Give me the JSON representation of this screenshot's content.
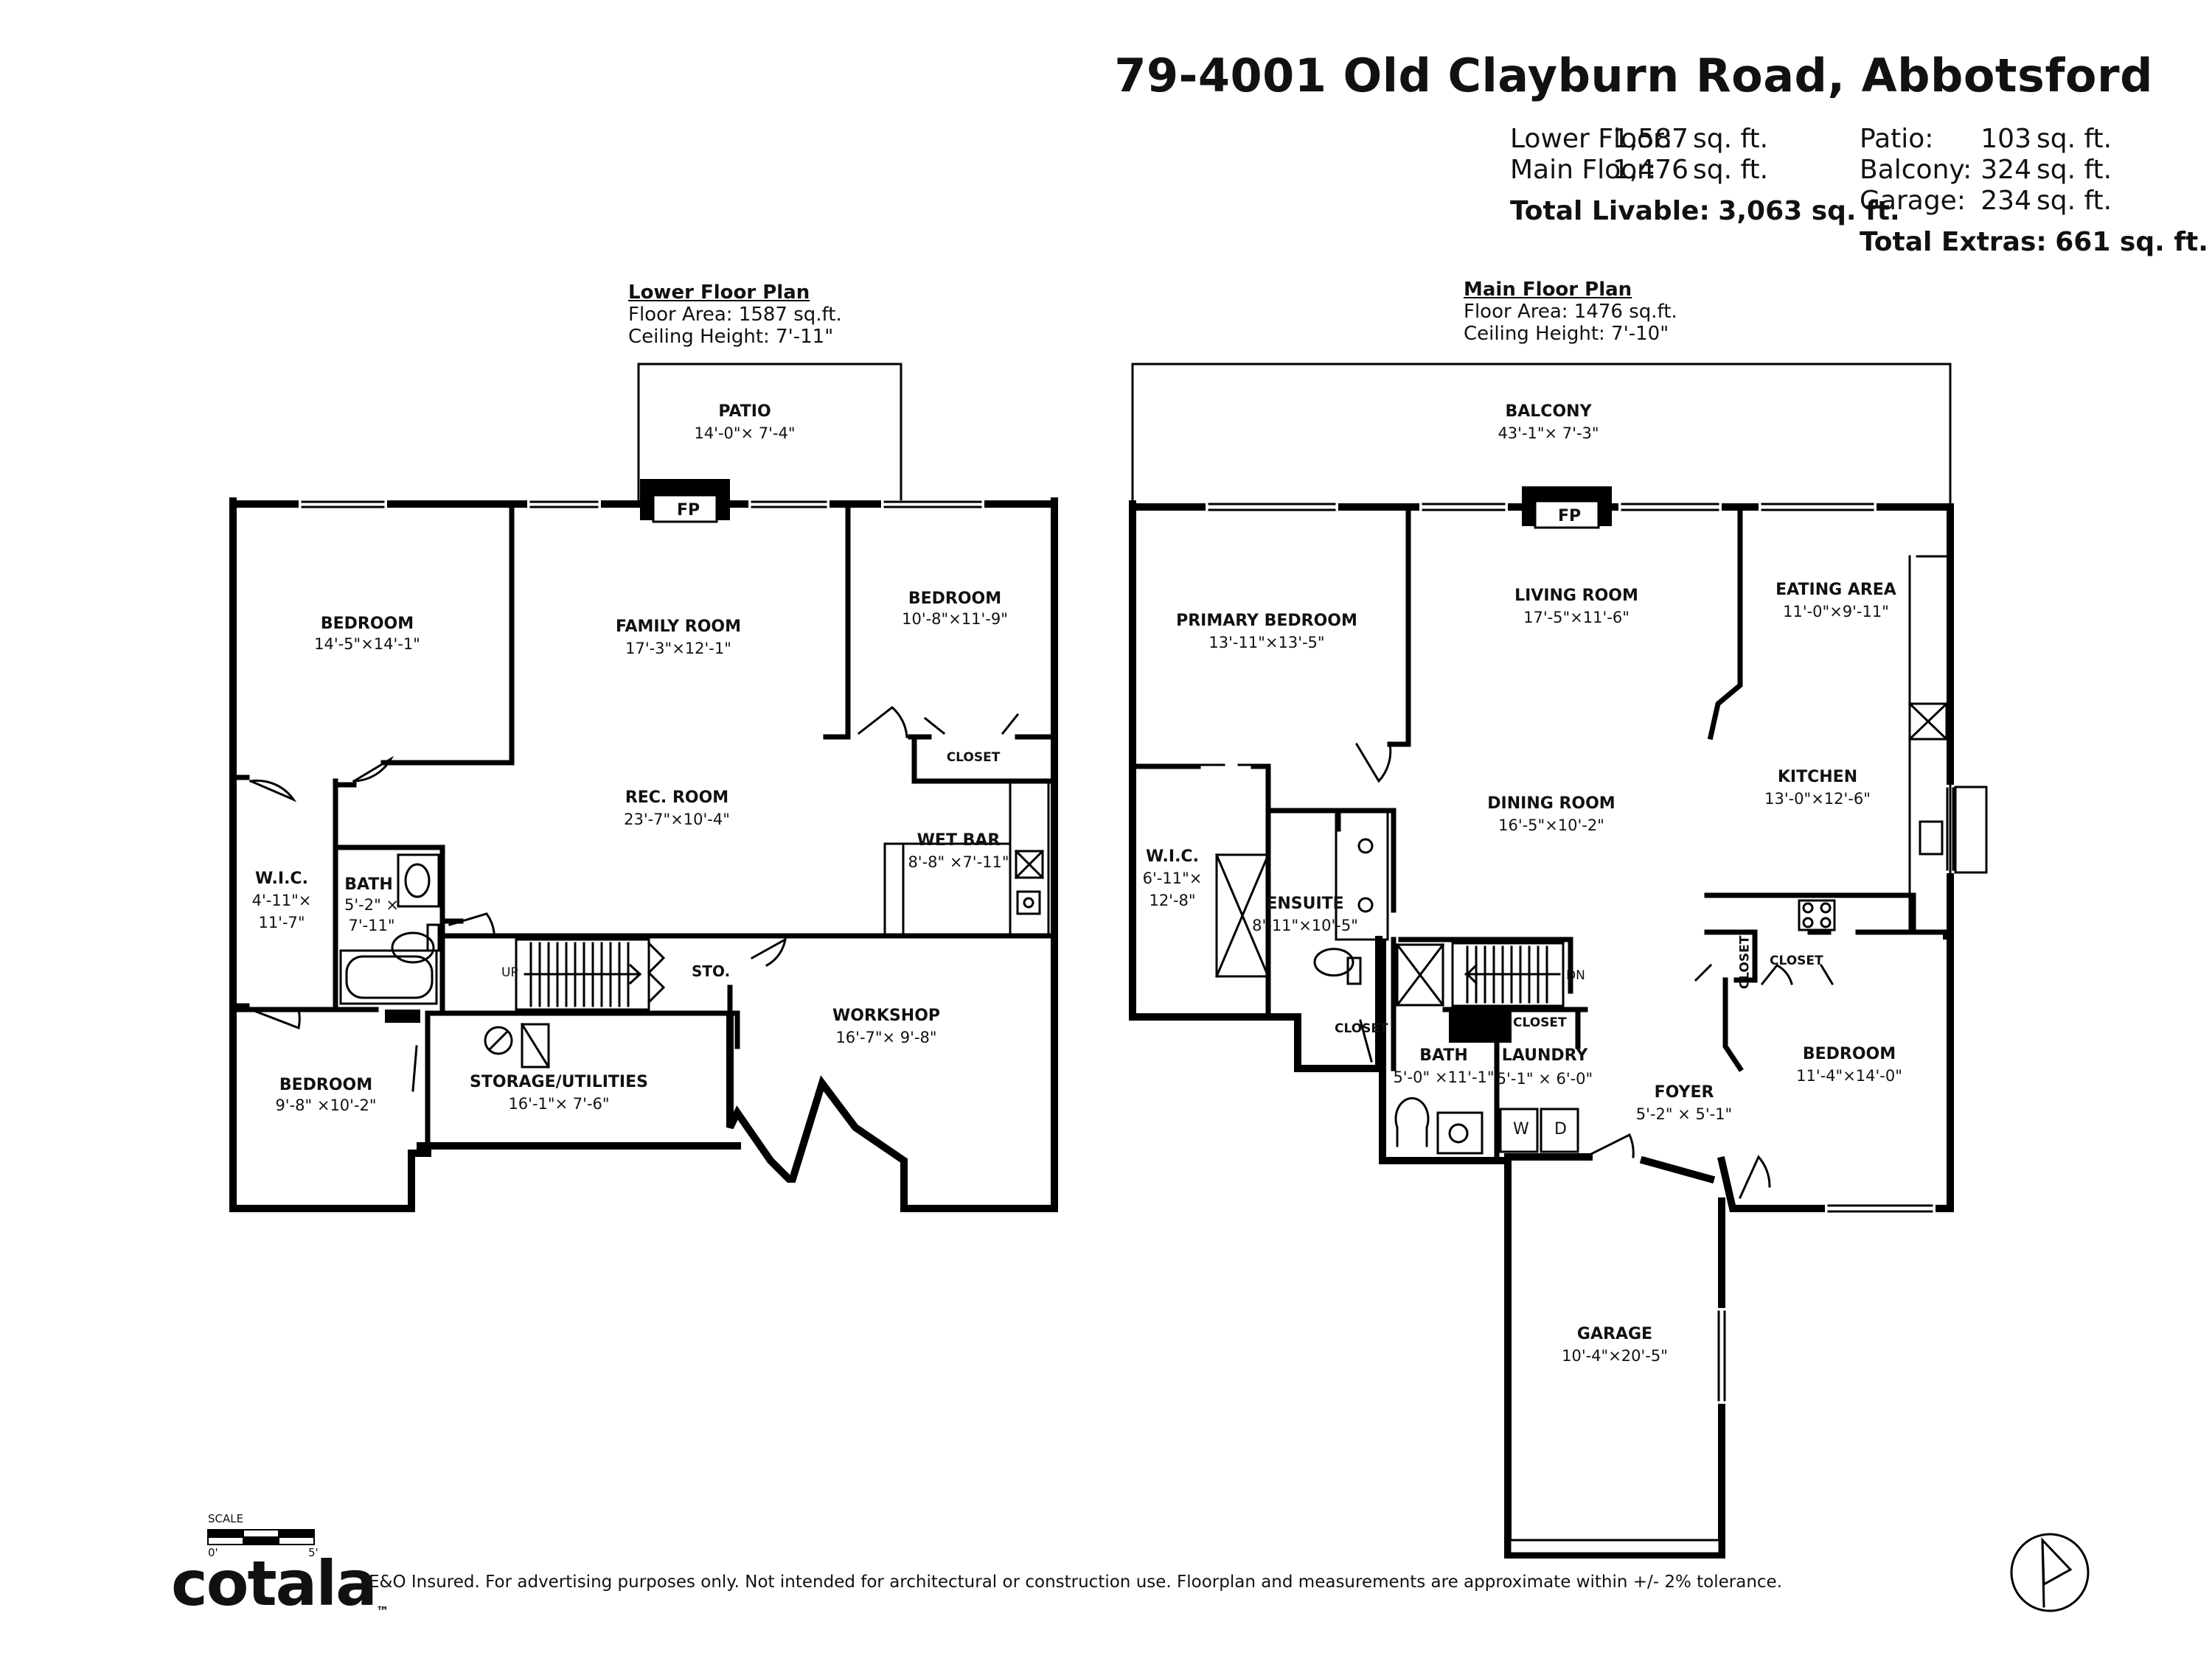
{
  "header": {
    "address": "79-4001 Old Clayburn Road, Abbotsford",
    "lower_floor_label": "Lower Floor:",
    "lower_floor_value": "1,587",
    "main_floor_label": "Main Floor:",
    "main_floor_value": "1,476",
    "total_livable_label": "Total Livable:",
    "total_livable_value": "3,063 sq. ft.",
    "unit": "sq. ft.",
    "patio_label": "Patio:",
    "patio_value": "103",
    "balcony_label": "Balcony:",
    "balcony_value": "324",
    "garage_label": "Garage:",
    "garage_value": "234",
    "total_extras_label": "Total Extras:",
    "total_extras_value": "661 sq. ft."
  },
  "lower_plan": {
    "heading": "Lower Floor Plan",
    "floor_area": "Floor Area: 1587 sq.ft.",
    "ceiling": "Ceiling Height: 7'-11\""
  },
  "main_plan": {
    "heading": "Main Floor Plan",
    "floor_area": "Floor Area: 1476 sq.ft.",
    "ceiling": "Ceiling Height: 7'-10\""
  },
  "rooms": {
    "patio": {
      "name": "PATIO",
      "dim": "14'-0\"× 7'-4\""
    },
    "fp_lower": {
      "name": "FP"
    },
    "bedroom_lower_1": {
      "name": "BEDROOM",
      "dim": "14'-5\"×14'-1\""
    },
    "family_room": {
      "name": "FAMILY ROOM",
      "dim": "17'-3\"×12'-1\""
    },
    "bedroom_lower_2": {
      "name": "BEDROOM",
      "dim": "10'-8\"×11'-9\""
    },
    "closet_lower": {
      "name": "CLOSET"
    },
    "rec_room": {
      "name": "REC. ROOM",
      "dim": "23'-7\"×10'-4\""
    },
    "wet_bar": {
      "name": "WET BAR",
      "dim": "8'-8\" ×7'-11\""
    },
    "wic_lower": {
      "name": "W.I.C.",
      "dim1": "4'-11\"×",
      "dim2": "11'-7\""
    },
    "bath_lower": {
      "name": "BATH",
      "dim1": "5'-2\" ×",
      "dim2": "7'-11\""
    },
    "up": {
      "name": "UP"
    },
    "sto": {
      "name": "STO."
    },
    "workshop": {
      "name": "WORKSHOP",
      "dim": "16'-7\"× 9'-8\""
    },
    "bedroom_lower_3": {
      "name": "BEDROOM",
      "dim": "9'-8\" ×10'-2\""
    },
    "storage": {
      "name": "STORAGE/UTILITIES",
      "dim": "16'-1\"× 7'-6\""
    },
    "balcony": {
      "name": "BALCONY",
      "dim": "43'-1\"× 7'-3\""
    },
    "fp_main": {
      "name": "FP"
    },
    "primary_bedroom": {
      "name": "PRIMARY BEDROOM",
      "dim": "13'-11\"×13'-5\""
    },
    "living_room": {
      "name": "LIVING ROOM",
      "dim": "17'-5\"×11'-6\""
    },
    "eating_area": {
      "name": "EATING AREA",
      "dim": "11'-0\"×9'-11\""
    },
    "kitchen": {
      "name": "KITCHEN",
      "dim": "13'-0\"×12'-6\""
    },
    "dining_room": {
      "name": "DINING ROOM",
      "dim": "16'-5\"×10'-2\""
    },
    "wic_main": {
      "name": "W.I.C.",
      "dim1": "6'-11\"×",
      "dim2": "12'-8\""
    },
    "ensuite": {
      "name": "ENSUITE",
      "dim": "8'-11\"×10'-5\""
    },
    "closet_main_1": {
      "name": "CLOSET"
    },
    "closet_main_2": {
      "name": "CLOSET"
    },
    "closet_main_3": {
      "name": "CLOSET"
    },
    "closet_main_4": {
      "name": "CLOSET"
    },
    "dn": {
      "name": "DN"
    },
    "bath_main": {
      "name": "BATH",
      "dim": "5'-0\" ×11'-1\""
    },
    "laundry": {
      "name": "LAUNDRY",
      "dim": "5'-1\" × 6'-0\""
    },
    "washer": {
      "name": "W"
    },
    "dryer": {
      "name": "D"
    },
    "foyer": {
      "name": "FOYER",
      "dim": "5'-2\" × 5'-1\""
    },
    "bedroom_main": {
      "name": "BEDROOM",
      "dim": "11'-4\"×14'-0\""
    },
    "garage": {
      "name": "GARAGE",
      "dim": "10'-4\"×20'-5\""
    }
  },
  "scale": {
    "label": "SCALE",
    "zero": "0'",
    "five": "5'"
  },
  "brand": "cotala",
  "trademark": "™",
  "disclaimer": "E&O Insured. For advertising purposes only. Not intended for architectural or construction use. Floorplan and measurements are approximate within +/- 2% tolerance.",
  "compass_icon": "north-arrow-icon"
}
